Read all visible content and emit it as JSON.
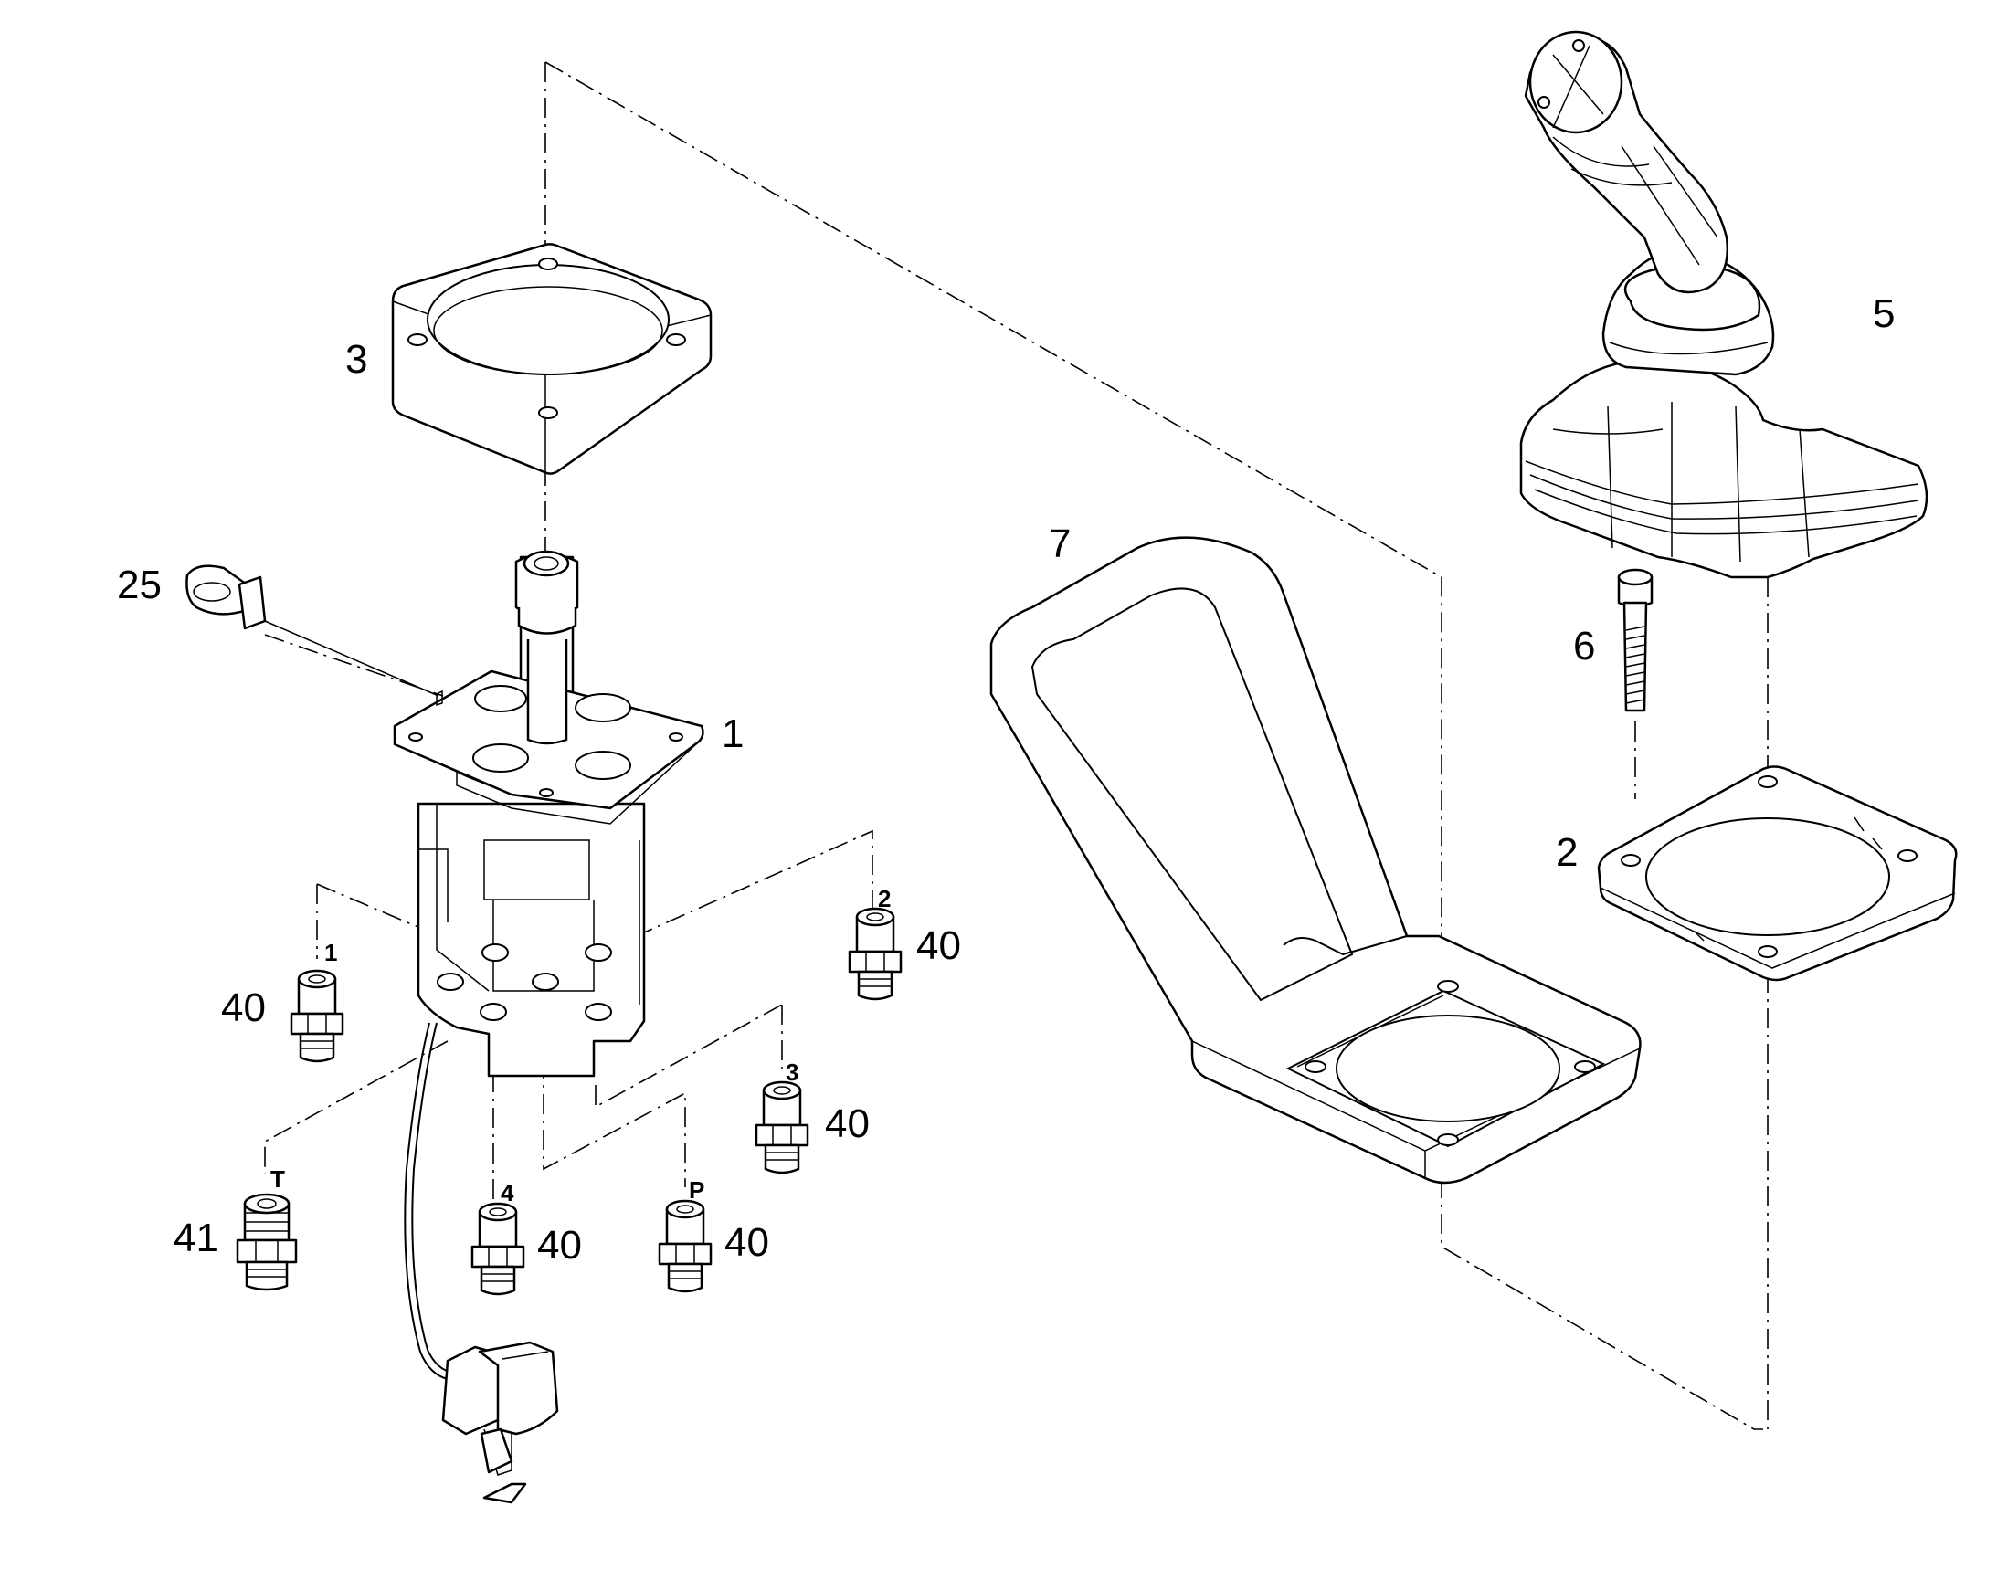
{
  "callouts": {
    "part_1": "1",
    "part_2": "2",
    "part_3": "3",
    "part_5": "5",
    "part_6": "6",
    "part_7": "7",
    "part_25": "25",
    "fitting_port_1": "40",
    "fitting_port_2": "40",
    "fitting_port_3": "40",
    "fitting_port_4": "40",
    "fitting_port_p": "40",
    "fitting_port_t": "41"
  },
  "ports": {
    "p1": "1",
    "p2": "2",
    "p3": "3",
    "p4": "4",
    "pP": "P",
    "pT": "T"
  },
  "colors": {
    "line": "#000000",
    "background": "#ffffff"
  }
}
